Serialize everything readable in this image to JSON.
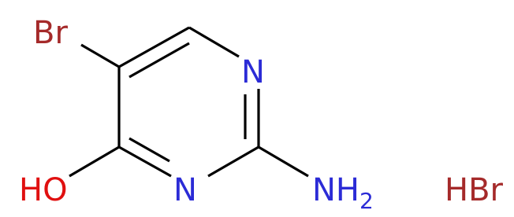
{
  "molecule": {
    "atoms": {
      "br": "Br",
      "n_top": "N",
      "n_bottom": "N",
      "oh": "HO",
      "nh2_main": "NH",
      "nh2_sub": "2"
    },
    "salt": "HBr",
    "colors": {
      "bond": "#000000",
      "nitrogen": "#2b2bd6",
      "bromine": "#a52a2a",
      "oxygen": "#e01010",
      "background": "#ffffff"
    }
  }
}
